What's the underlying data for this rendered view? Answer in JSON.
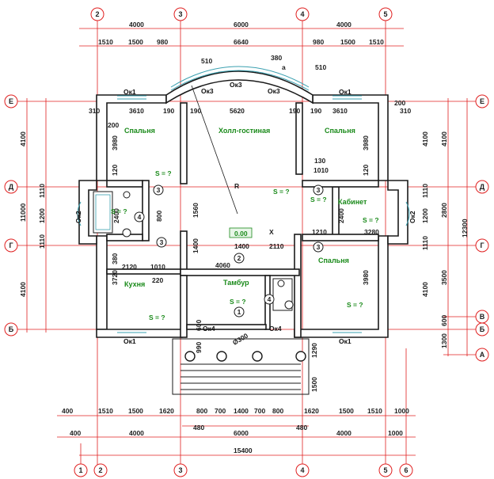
{
  "axes_top": [
    "2",
    "3",
    "4",
    "5"
  ],
  "axes_bottom": [
    "1",
    "2",
    "3",
    "4",
    "5",
    "6"
  ],
  "axes_left": [
    "Е",
    "Д",
    "Г",
    "Б"
  ],
  "axes_right": [
    "Е",
    "Д",
    "Г",
    "В",
    "Б",
    "А"
  ],
  "dims_top_row1": [
    "4000",
    "6000",
    "4000"
  ],
  "dims_top_row2": [
    "1510",
    "1500",
    "980",
    "6640",
    "980",
    "1500",
    "1510"
  ],
  "dims_bottom_row1": [
    "400",
    "1510",
    "1500",
    "1620",
    "800",
    "700",
    "1400",
    "700",
    "800",
    "1620",
    "1500",
    "1510",
    "1000"
  ],
  "dims_bottom_row2": [
    "480",
    "480"
  ],
  "dims_bottom_row3": [
    "400",
    "4000",
    "6000",
    "4000",
    "1000"
  ],
  "dims_bottom_total": "15400",
  "dims_left_outer": [
    "11000",
    "12300"
  ],
  "dims_left": [
    "4100",
    "1110",
    "1200",
    "1110",
    "4100"
  ],
  "dims_right": [
    "4100",
    "1110",
    "1200",
    "1110",
    "4100"
  ],
  "dims_right_outer": [
    "4100",
    "2800",
    "3500",
    "600",
    "1300"
  ],
  "rooms": {
    "bed_left": "Спальня",
    "hall": "Холл-гостиная",
    "bed_right": "Спальня",
    "cabinet": "Кабинет",
    "kitchen": "Кухня",
    "bed_right2": "Спальня",
    "tambur": "Тамбур"
  },
  "area": "S = ?",
  "windows": {
    "ok1": "Ок1",
    "ok2": "Ок2",
    "ok3": "Ок3",
    "ok4": "Ок4"
  },
  "inner_dims": {
    "d5620": "5620",
    "d3610": "3610",
    "d190": "190",
    "d310": "310",
    "d200": "200",
    "d3980": "3980",
    "d120": "120",
    "d130": "130",
    "d1010": "1010",
    "d2400": "2400",
    "d800": "800",
    "d1560": "1560",
    "d1400": "1400",
    "d2110": "2110",
    "d1210": "1210",
    "d3280": "3280",
    "d4060": "4060",
    "d2120": "2120",
    "d220": "220",
    "d380": "380",
    "d3720": "3720",
    "d510": "510",
    "d380b": "380",
    "d990": "990",
    "d600": "600",
    "d1290": "1290",
    "d1500": "1500",
    "d300": "Ø300",
    "d0": "0.00",
    "r": "R",
    "x": "X",
    "a": "a"
  },
  "marks": [
    "1",
    "2",
    "3",
    "4"
  ]
}
